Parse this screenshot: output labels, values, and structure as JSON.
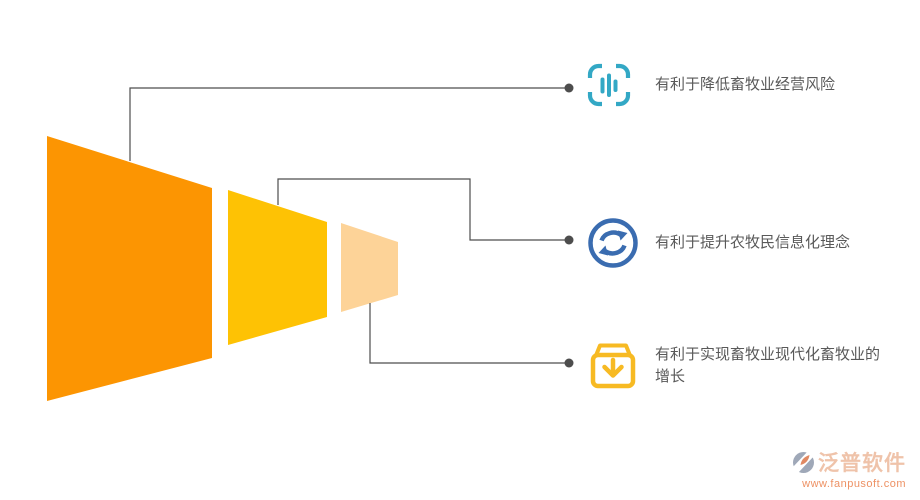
{
  "background": "#ffffff",
  "funnel": {
    "segments": [
      {
        "name": "stage-1",
        "color": "#FC9502"
      },
      {
        "name": "stage-2",
        "color": "#FEC204"
      },
      {
        "name": "stage-3",
        "color": "#FDD398"
      }
    ]
  },
  "connector": {
    "color": "#4D4D4D"
  },
  "items": [
    {
      "label": "有利于降低畜牧业经营风险",
      "icon": "bar-chart-icon",
      "color": "#33A8C5"
    },
    {
      "label": "有利于提升农牧民信息化理念",
      "icon": "sync-icon",
      "color": "#3A6CB0"
    },
    {
      "label": "有利于实现畜牧业现代化畜牧业的增长",
      "icon": "box-download-icon",
      "color": "#F7BA23"
    }
  ],
  "text_color": "#595959",
  "logo": {
    "name": "泛普软件",
    "url": "www.fanpusoft.com",
    "name_color": "#EFC0A6",
    "url_color": "#ED8C5C",
    "icon_gray": "#9AA4B5",
    "icon_orange": "#E0835A"
  }
}
